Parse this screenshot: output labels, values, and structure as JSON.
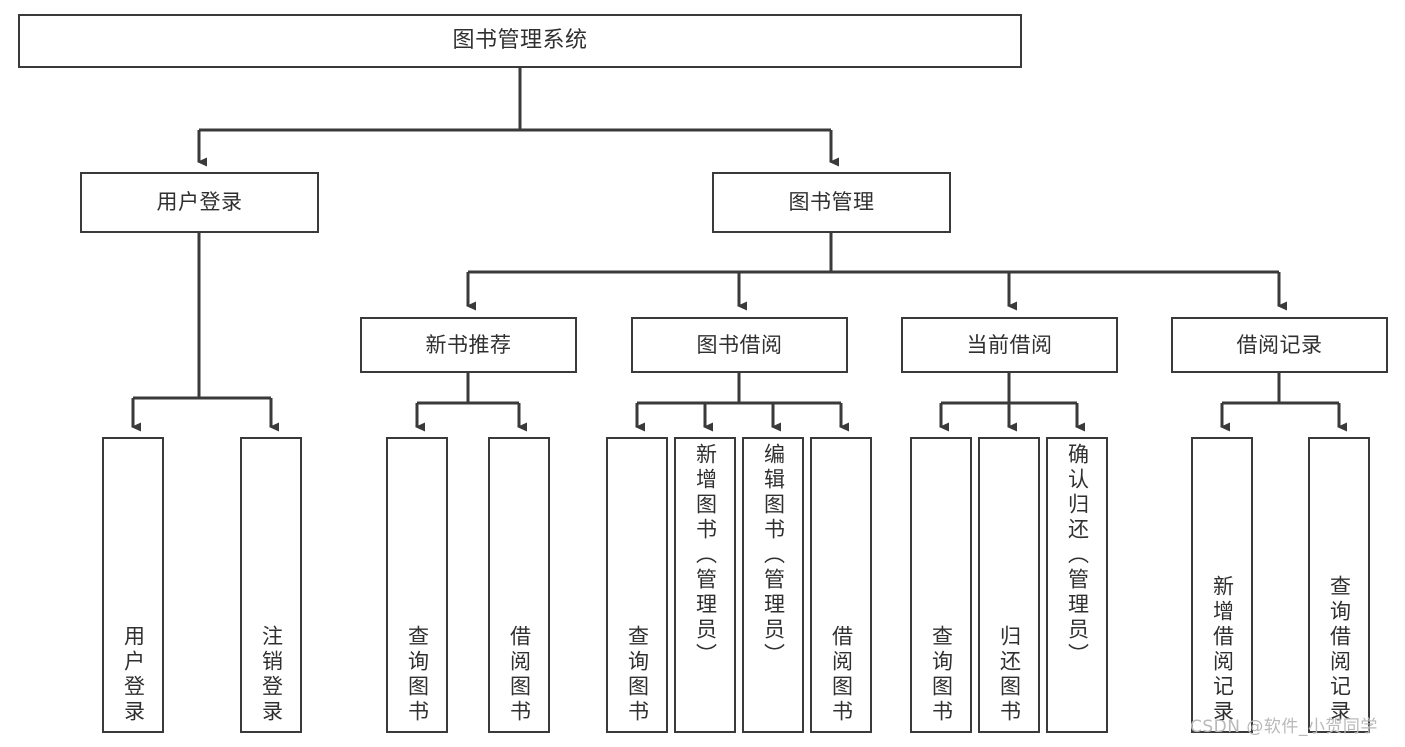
{
  "diagram": {
    "title": "图书管理系统",
    "type": "tree-hierarchy",
    "watermark": "CSDN @软件_小贺同学",
    "colors": {
      "stroke": "#3a3a3a",
      "fill": "#ffffff",
      "text": "#303030",
      "watermark": "#b9b9b9"
    },
    "nodes": {
      "root": {
        "label": "图书管理系统"
      },
      "level2": [
        {
          "id": "user-login",
          "label": "用户登录"
        },
        {
          "id": "book-manage",
          "label": "图书管理"
        }
      ],
      "level3": [
        {
          "id": "new-book-recommend",
          "label": "新书推荐"
        },
        {
          "id": "book-borrow",
          "label": "图书借阅"
        },
        {
          "id": "current-borrow",
          "label": "当前借阅"
        },
        {
          "id": "borrow-record",
          "label": "借阅记录"
        }
      ],
      "leaves": {
        "user_login": [
          {
            "id": "leaf-user-login",
            "label": "用户登录"
          },
          {
            "id": "leaf-logout-login",
            "label": "注销登录"
          }
        ],
        "new_book_recommend": [
          {
            "id": "leaf-query-book-1",
            "label": "查询图书"
          },
          {
            "id": "leaf-borrow-book-1",
            "label": "借阅图书"
          }
        ],
        "book_borrow": [
          {
            "id": "leaf-query-book-2",
            "label": "查询图书"
          },
          {
            "id": "leaf-add-book",
            "label": "新增图书（管理员）"
          },
          {
            "id": "leaf-edit-book",
            "label": "编辑图书（管理员）"
          },
          {
            "id": "leaf-borrow-book-2",
            "label": "借阅图书"
          }
        ],
        "current_borrow": [
          {
            "id": "leaf-query-book-3",
            "label": "查询图书"
          },
          {
            "id": "leaf-return-book",
            "label": "归还图书"
          },
          {
            "id": "leaf-confirm-return",
            "label": "确认归还（管理员）"
          }
        ],
        "borrow_record": [
          {
            "id": "leaf-add-record",
            "label": "新增借阅记录"
          },
          {
            "id": "leaf-query-record",
            "label": "查询借阅记录"
          }
        ]
      }
    }
  }
}
